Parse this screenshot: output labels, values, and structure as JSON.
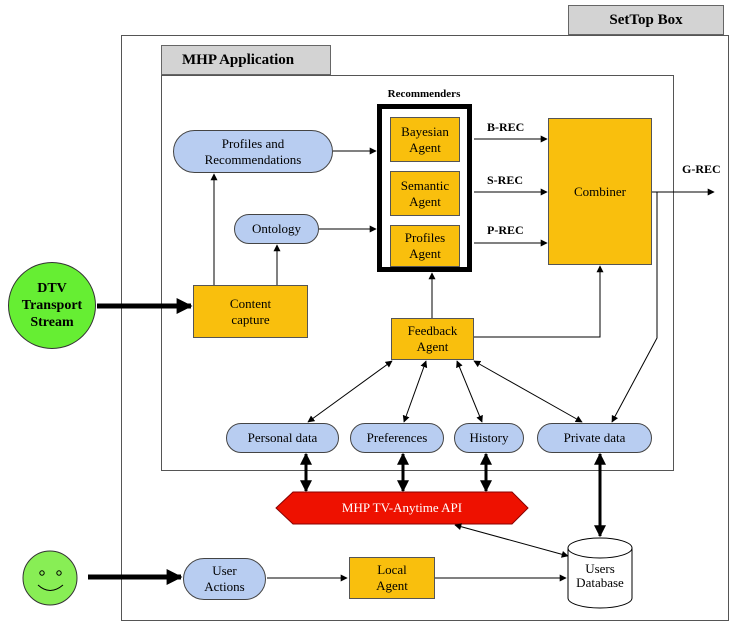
{
  "settop_box": {
    "title": "SetTop Box"
  },
  "mhp_application": {
    "title": "MHP Application"
  },
  "recommenders": {
    "title": "Recommenders",
    "agents": [
      "Bayesian\nAgent",
      "Semantic\nAgent",
      "Profiles\nAgent"
    ]
  },
  "outputs": {
    "b_rec": "B-REC",
    "s_rec": "S-REC",
    "p_rec": "P-REC",
    "g_rec": "G-REC"
  },
  "combiner": "Combiner",
  "profiles_recs": "Profiles and\nRecommendations",
  "ontology": "Ontology",
  "content_capture": "Content\ncapture",
  "dtv": "DTV\nTransport\nStream",
  "feedback_agent": "Feedback\nAgent",
  "data_stores": {
    "personal": "Personal data",
    "preferences": "Preferences",
    "history": "History",
    "private": "Private data"
  },
  "api": "MHP TV-Anytime API",
  "users_database": "Users\nDatabase",
  "user_actions": "User\nActions",
  "local_agent": "Local\nAgent",
  "colors": {
    "agent_fill": "#f9bf0d",
    "store_fill": "#b8cdf1",
    "stream_fill": "#66ee33",
    "api_fill": "#ee1100",
    "tab_fill": "#d3d3d3"
  }
}
